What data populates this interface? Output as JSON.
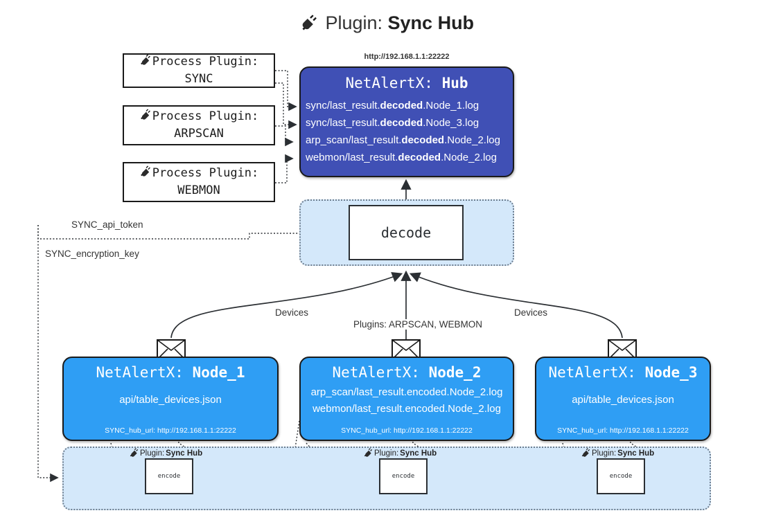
{
  "title": {
    "icon": "plug-icon",
    "prefix": "Plugin:",
    "name": "Sync Hub"
  },
  "process_plugins": [
    {
      "header": "Process Plugin:",
      "name": "SYNC",
      "icon": "plug-icon"
    },
    {
      "header": "Process Plugin:",
      "name": "ARPSCAN",
      "icon": "plug-icon"
    },
    {
      "header": "Process Plugin:",
      "name": "WEBMON",
      "icon": "plug-icon"
    }
  ],
  "hub": {
    "url": "http://192.168.1.1:22222",
    "title_prefix": "NetAlertX:",
    "title_name": "Hub",
    "color": "#4050b5",
    "logs": [
      {
        "pre": "sync/last_result.",
        "mid": "decoded",
        "post": ".Node_1.log"
      },
      {
        "pre": "sync/last_result.",
        "mid": "decoded",
        "post": ".Node_3.log"
      },
      {
        "pre": "arp_scan/last_result.",
        "mid": "decoded",
        "post": ".Node_2.log"
      },
      {
        "pre": "webmon/last_result.",
        "mid": "decoded",
        "post": ".Node_2.log"
      }
    ]
  },
  "decode": {
    "label": "decode"
  },
  "config_edges": {
    "api_token": "SYNC_api_token",
    "encryption_key": "SYNC_encryption_key"
  },
  "flow_labels": {
    "devices_left": "Devices",
    "devices_right": "Devices",
    "plugins": "Plugins: ARPSCAN, WEBMON"
  },
  "nodes": [
    {
      "title_prefix": "NetAlertX:",
      "title_name": "Node_1",
      "color": "#2f9ef4",
      "lines": [
        "api/table_devices.json"
      ],
      "footer": "SYNC_hub_url: http://192.168.1.1:22222",
      "icon": "envelope-icon"
    },
    {
      "title_prefix": "NetAlertX:",
      "title_name": "Node_2",
      "color": "#2f9ef4",
      "lines": [
        "arp_scan/last_result.encoded.Node_2.log",
        "webmon/last_result.encoded.Node_2.log"
      ],
      "footer": "SYNC_hub_url: http://192.168.1.1:22222",
      "icon": "envelope-icon"
    },
    {
      "title_prefix": "NetAlertX:",
      "title_name": "Node_3",
      "color": "#2f9ef4",
      "lines": [
        "api/table_devices.json"
      ],
      "footer": "SYNC_hub_url: http://192.168.1.1:22222",
      "icon": "envelope-icon"
    }
  ],
  "encoders": [
    {
      "tag_prefix": "Plugin:",
      "tag_name": "Sync Hub",
      "label": "encode",
      "icon": "plug-icon"
    },
    {
      "tag_prefix": "Plugin:",
      "tag_name": "Sync Hub",
      "label": "encode",
      "icon": "plug-icon"
    },
    {
      "tag_prefix": "Plugin:",
      "tag_name": "Sync Hub",
      "label": "encode",
      "icon": "plug-icon"
    }
  ],
  "palette": {
    "hub_blue": "#4050b5",
    "node_blue": "#2f9ef4",
    "group_light_blue": "#d4e8fa",
    "stroke": "#1a1a1a",
    "text_dark": "#333333"
  }
}
